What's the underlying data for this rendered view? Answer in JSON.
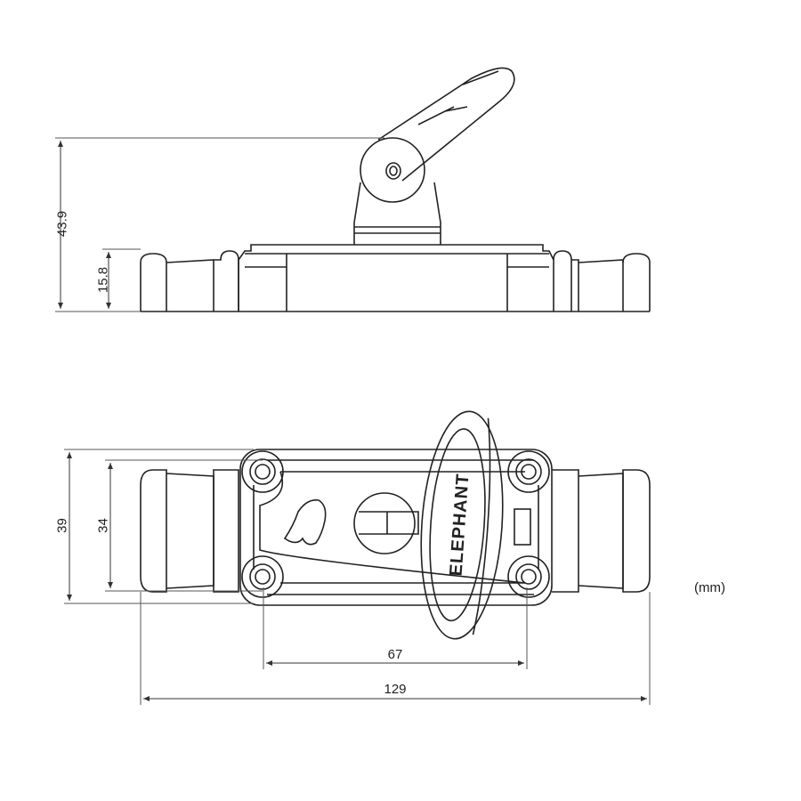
{
  "title": "Elephant fitting dimension drawing",
  "brand_text": "ELEPHANT",
  "unit": "(mm)",
  "dimensions": {
    "overall_height": "43.9",
    "base_height": "15.8",
    "overall_width": "39",
    "hole_spacing_vertical": "34",
    "hole_spacing_horizontal": "67",
    "overall_length": "129"
  }
}
